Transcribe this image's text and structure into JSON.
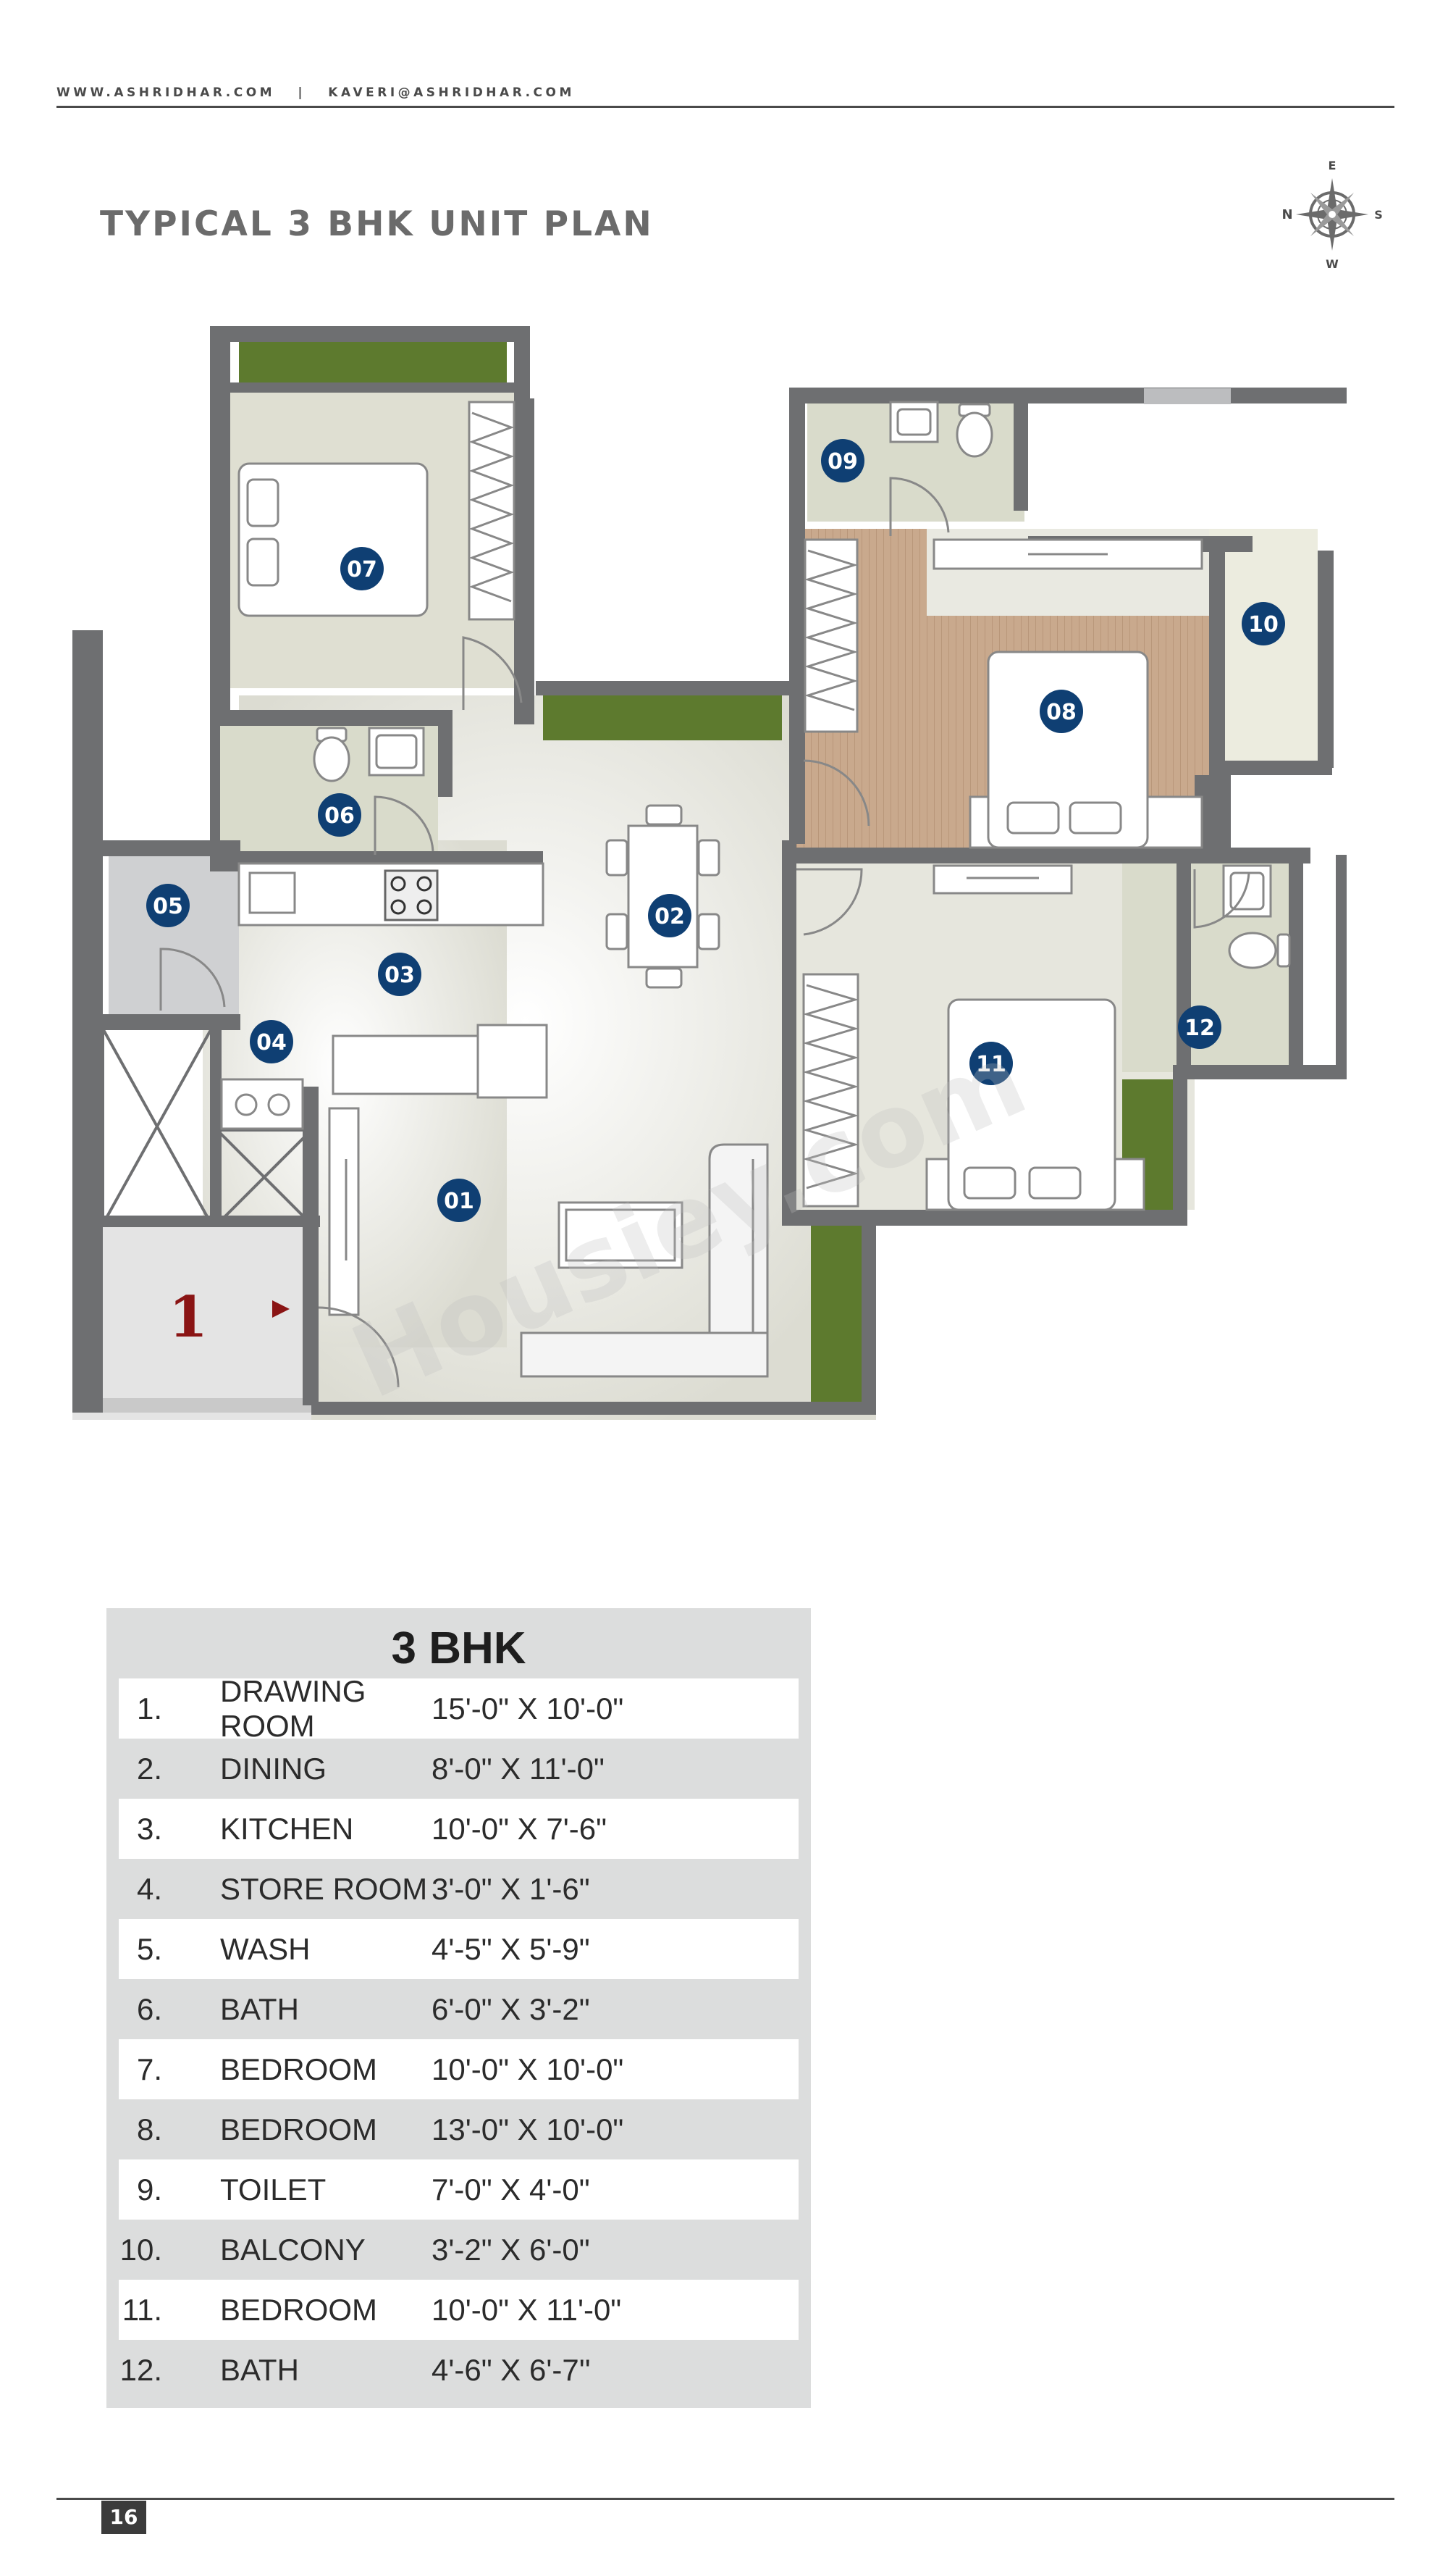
{
  "header": {
    "contact_line": "WWW.ASHRIDHAR.COM   |   KAVERI@ASHRIDHAR.COM"
  },
  "title": "TYPICAL 3 BHK UNIT PLAN",
  "compass": {
    "north": "N",
    "east": "E",
    "south": "S",
    "west": "W"
  },
  "plan": {
    "markers": [
      "01",
      "02",
      "03",
      "04",
      "05",
      "06",
      "07",
      "08",
      "09",
      "10",
      "11",
      "12"
    ],
    "entrance_number": "1",
    "watermark": "Housiey.com",
    "colors": {
      "wall": "#6e6f71",
      "wet_area": "#d9dbcb",
      "room_floor": "#e9e9e1",
      "bedroom_wood": "#c9a98d",
      "planter": "#5d7a2e",
      "wash_area": "#cfd0d2",
      "marker": "#0f3f73",
      "entrance_arrow": "#8a1414"
    }
  },
  "table": {
    "title": "3 BHK",
    "rows": [
      {
        "num": "1.",
        "name": "DRAWING ROOM",
        "size": "15'-0\" X 10'-0\""
      },
      {
        "num": "2.",
        "name": "DINING",
        "size": "8'-0\" X 11'-0\""
      },
      {
        "num": "3.",
        "name": "KITCHEN",
        "size": "10'-0\" X 7'-6\""
      },
      {
        "num": "4.",
        "name": "STORE ROOM",
        "size": "3'-0\" X 1'-6\""
      },
      {
        "num": "5.",
        "name": "WASH",
        "size": "4'-5\" X 5'-9\""
      },
      {
        "num": "6.",
        "name": "BATH",
        "size": "6'-0\" X 3'-2\""
      },
      {
        "num": "7.",
        "name": "BEDROOM",
        "size": "10'-0\" X 10'-0\""
      },
      {
        "num": "8.",
        "name": "BEDROOM",
        "size": "13'-0\" X 10'-0\""
      },
      {
        "num": "9.",
        "name": "TOILET",
        "size": "7'-0\" X 4'-0\""
      },
      {
        "num": "10.",
        "name": "BALCONY",
        "size": "3'-2\" X 6'-0\""
      },
      {
        "num": "11.",
        "name": "BEDROOM",
        "size": "10'-0\" X 11'-0\""
      },
      {
        "num": "12.",
        "name": "BATH",
        "size": "4'-6\" X 6'-7''"
      }
    ]
  },
  "footer": {
    "page_number": "16"
  }
}
